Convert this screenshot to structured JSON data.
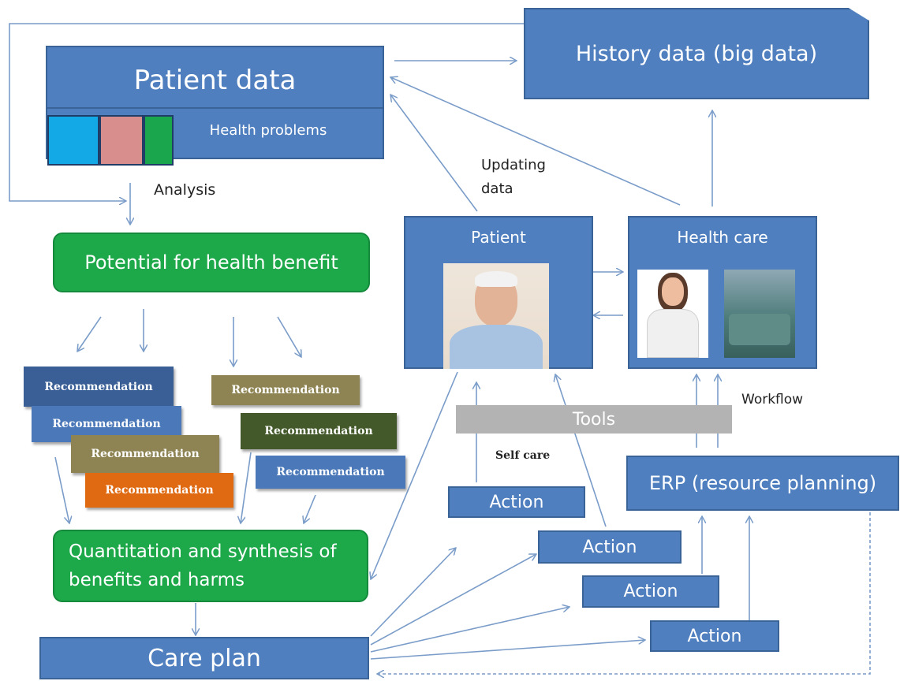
{
  "nodes": {
    "history": "History data (big data)",
    "patient_data": "Patient data",
    "health_problems": "Health problems",
    "analysis": "Analysis",
    "updating_data": "Updating\ndata",
    "patient": "Patient",
    "health_care": "Health care",
    "potential": "Potential for health benefit",
    "tools": "Tools",
    "workflow": "Workflow",
    "self_care": "Self care",
    "erp": "ERP (resource planning)",
    "quant": "Quantitation and synthesis of benefits and harms",
    "care_plan": "Care plan"
  },
  "recommendations": [
    "Recommendation",
    "Recommendation",
    "Recommendation",
    "Recommendation",
    "Recommendation",
    "Recommendation",
    "Recommendation"
  ],
  "actions": [
    "Action",
    "Action",
    "Action",
    "Action"
  ],
  "colors": {
    "blue": "#4f7fbf",
    "green": "#1da84a",
    "swatch_cyan": "#13a9e6",
    "swatch_pink": "#d98e8e",
    "swatch_green": "#1aa64c",
    "rec_dark_blue": "#3a5f96",
    "rec_blue": "#4a78b8",
    "rec_olive": "#8e8453",
    "rec_orange": "#e06a12",
    "rec_dark_green": "#43592a",
    "tools_gray": "#b3b3b3",
    "arrow": "#7a9cc9"
  },
  "images": [
    "elderly-man-photo",
    "doctor-photo",
    "hospital-bed-photo"
  ]
}
